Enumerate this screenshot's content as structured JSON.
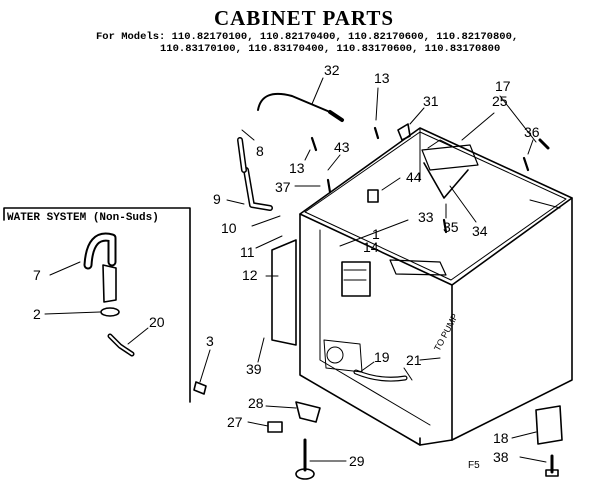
{
  "title": "CABINET PARTS",
  "models": {
    "line1": "For Models: 110.82170100, 110.82170400, 110.82170600, 110.82170800,",
    "line2": "110.83170100, 110.83170400, 110.83170600, 110.83170800"
  },
  "water_system_label": "WATER SYSTEM (Non-Suds)",
  "to_pump_label": "TO PUMP",
  "figure_code": "F5",
  "callouts": {
    "c32": "32",
    "c13a": "13",
    "c31": "31",
    "c17": "17",
    "c25": "25",
    "c8": "8",
    "c36": "36",
    "c43": "43",
    "c13b": "13",
    "c37": "37",
    "c44": "44",
    "c9": "9",
    "c10": "10",
    "c33": "33",
    "c1": "1",
    "c14": "14",
    "c35": "35",
    "c34": "34",
    "c11": "11",
    "c7": "7",
    "c12": "12",
    "c2": "2",
    "c20": "20",
    "c3": "3",
    "c39": "39",
    "c19": "19",
    "c21": "21",
    "c28": "28",
    "c27": "27",
    "c18": "18",
    "c29": "29",
    "c38": "38"
  }
}
